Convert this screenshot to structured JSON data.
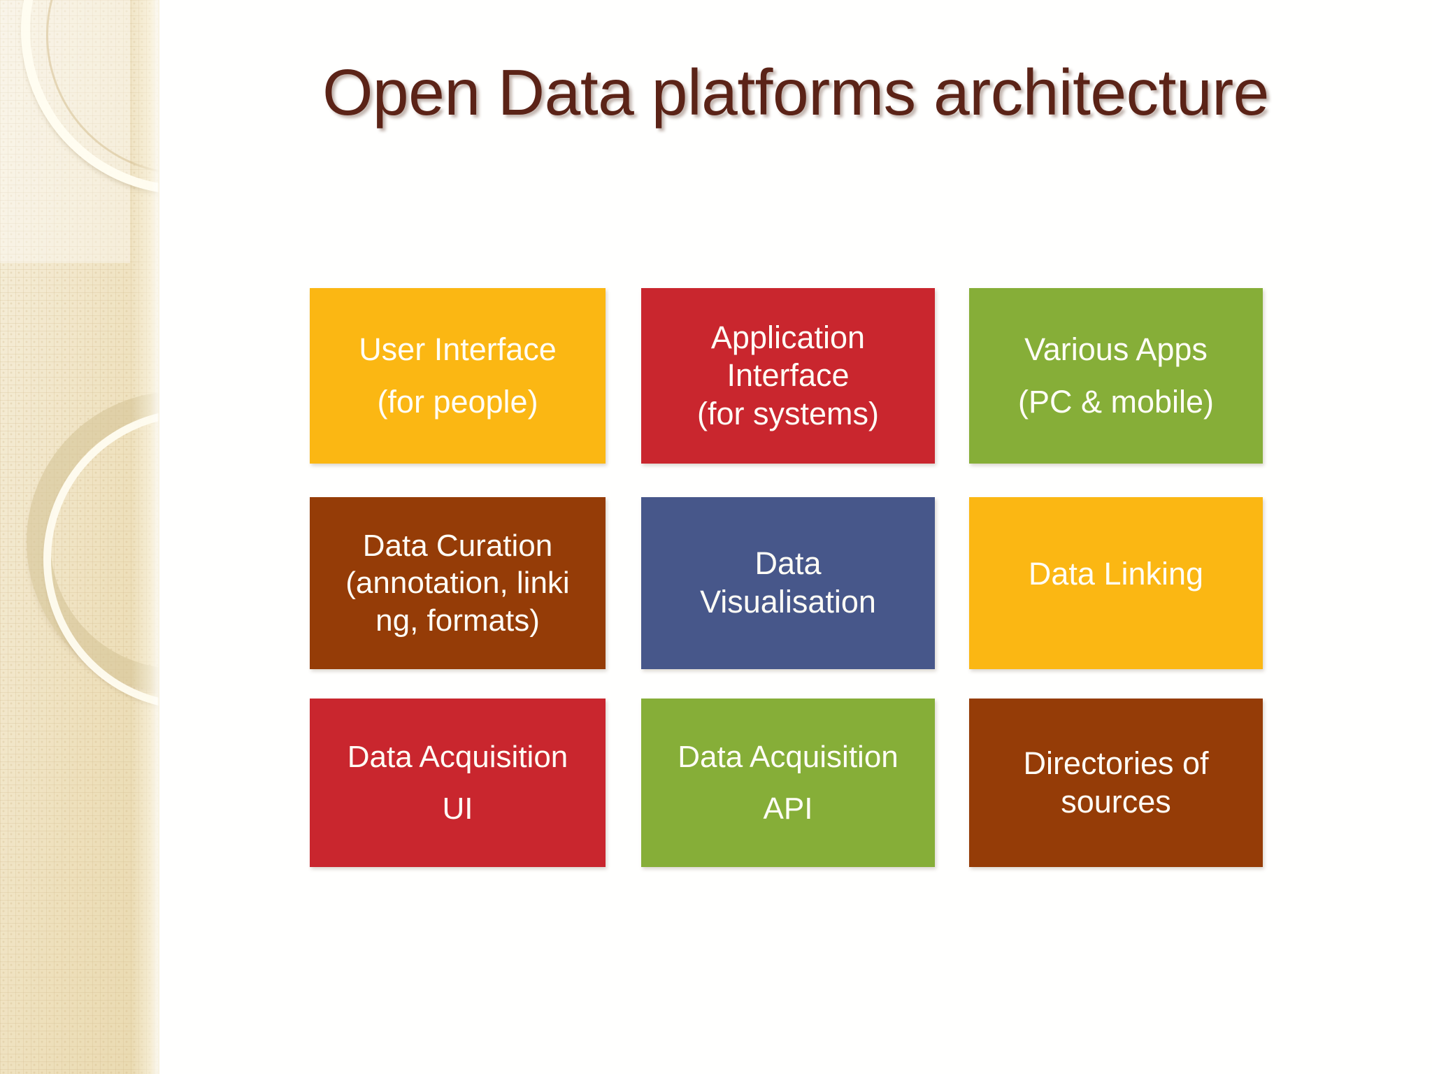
{
  "slide": {
    "title": "Open Data platforms architecture",
    "title_color": "#5B2317",
    "background_color": "#FFFFFE"
  },
  "sidebar": {
    "name": "decorative-ribbon",
    "base_color": "#F1E5C6",
    "ring_light_color": "#FFFDF1",
    "ring_tan_color": "#D6C498"
  },
  "palette": {
    "amber": "#FBB713",
    "red": "#C9262E",
    "green": "#86AE38",
    "brown": "#953C07",
    "blue": "#47578A",
    "box_text": "#FFFDF6"
  },
  "diagram": {
    "rows": 3,
    "columns": 3,
    "boxes": [
      {
        "id": "user-interface",
        "row": 1,
        "column": 1,
        "color": "#FBB713",
        "lines": [
          "User Interface",
          "(for people)"
        ],
        "spacing": "wide"
      },
      {
        "id": "application-interface",
        "row": 1,
        "column": 2,
        "color": "#C9262E",
        "lines": [
          "Application",
          "Interface",
          "(for systems)"
        ],
        "spacing": "tight"
      },
      {
        "id": "various-apps",
        "row": 1,
        "column": 3,
        "color": "#86AE38",
        "lines": [
          "Various Apps",
          "(PC & mobile)"
        ],
        "spacing": "wide"
      },
      {
        "id": "data-curation",
        "row": 2,
        "column": 1,
        "color": "#953C07",
        "lines": [
          "Data Curation",
          "(annotation, linki",
          "ng, formats)"
        ],
        "spacing": "tight"
      },
      {
        "id": "data-visualisation",
        "row": 2,
        "column": 2,
        "color": "#47578A",
        "lines": [
          "Data",
          "Visualisation"
        ],
        "spacing": "tight"
      },
      {
        "id": "data-linking",
        "row": 2,
        "column": 3,
        "color": "#FBB713",
        "lines": [
          "Data Linking"
        ],
        "spacing": "tight"
      },
      {
        "id": "data-acquisition-ui",
        "row": 3,
        "column": 1,
        "color": "#C9262E",
        "lines": [
          "Data Acquisition",
          "UI"
        ],
        "spacing": "wide"
      },
      {
        "id": "data-acquisition-api",
        "row": 3,
        "column": 2,
        "color": "#86AE38",
        "lines": [
          "Data Acquisition",
          "API"
        ],
        "spacing": "wide"
      },
      {
        "id": "directories-of-sources",
        "row": 3,
        "column": 3,
        "color": "#953C07",
        "lines": [
          "Directories of",
          "sources"
        ],
        "spacing": "tight"
      }
    ]
  }
}
